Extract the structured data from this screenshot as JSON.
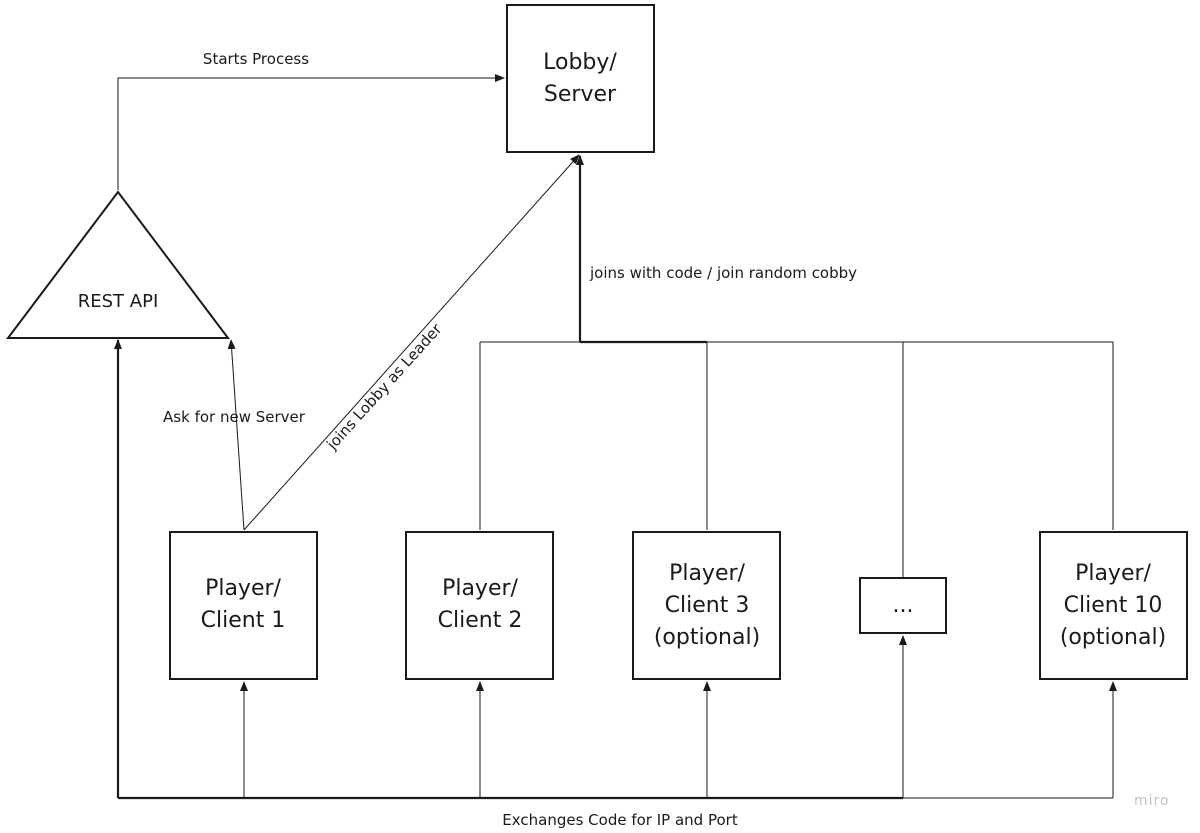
{
  "nodes": {
    "lobby": [
      "Lobby/",
      "Server"
    ],
    "rest_api": "REST API",
    "client1": [
      "Player/",
      "Client 1"
    ],
    "client2": [
      "Player/",
      "Client 2"
    ],
    "client3": [
      "Player/",
      "Client 3",
      "(optional)"
    ],
    "ellipsis": "...",
    "client10": [
      "Player/",
      "Client 10",
      "(optional)"
    ]
  },
  "edges": {
    "starts_process": "Starts Process",
    "joins_with_code": "joins with code / join random cobby",
    "ask_new_server": "Ask for new Server",
    "joins_as_leader": "joins Lobby as Leader",
    "exchanges_code": "Exchanges Code for IP and Port"
  },
  "watermark": "miro"
}
